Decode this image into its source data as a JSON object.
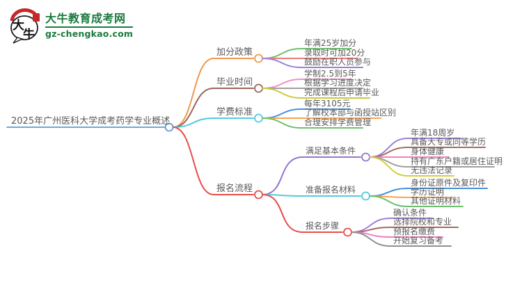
{
  "logo": {
    "title": "大牛教育成考网",
    "domain": "gz-chengkao.com",
    "bubble_text_top": "大",
    "bubble_text_bottom": "牛",
    "green": "#1a7a3e",
    "red": "#c62828"
  },
  "mindmap": {
    "root": {
      "label": "2025年广州医科大学成考药学专业概述",
      "color": "#5b9bd5"
    },
    "branches": [
      {
        "label": "加分政策",
        "color": "#f0964a",
        "children": [
          {
            "label": "年满25岁加分",
            "color": "#6cbf6c"
          },
          {
            "label": "录取时可加20分",
            "color": "#e87b75"
          },
          {
            "label": "鼓励在职人员参与",
            "color": "#9d7fd6"
          }
        ]
      },
      {
        "label": "毕业时间",
        "color": "#9c655a",
        "children": [
          {
            "label": "学制2.5到5年",
            "color": "#f08fc2"
          },
          {
            "label": "根据学习进度决定",
            "color": "#9e9e9e"
          },
          {
            "label": "完成课程后申请毕业",
            "color": "#c9c93e"
          }
        ]
      },
      {
        "label": "学费标准",
        "color": "#52cade",
        "children": [
          {
            "label": "每年3105元",
            "color": "#4590d8"
          },
          {
            "label": "了解校本部与函授站区别",
            "color": "#f8a44c"
          },
          {
            "label": "合理安排学费管理",
            "color": "#6cbf6c"
          }
        ]
      },
      {
        "label": "报名流程",
        "color": "#e74c47",
        "children": [
          {
            "label": "满足基本条件",
            "color": "#9575cd",
            "children": [
              {
                "label": "年满18周岁",
                "color": "#9d7fd6"
              },
              {
                "label": "具备大专或同等学历",
                "color": "#a36a5e"
              },
              {
                "label": "身体健康",
                "color": "#ef7ec2"
              },
              {
                "label": "持有广东户籍或居住证明",
                "color": "#9e9e9e"
              },
              {
                "label": "无违法记录",
                "color": "#d6cc3c"
              }
            ]
          },
          {
            "label": "准备报名材料",
            "color": "#52cade",
            "children": [
              {
                "label": "身份证原件及复印件",
                "color": "#4590d8"
              },
              {
                "label": "学历证明",
                "color": "#f8a44c"
              },
              {
                "label": "其他证明材料",
                "color": "#6cbf6c"
              }
            ]
          },
          {
            "label": "报名步骤",
            "color": "#e74c47",
            "children": [
              {
                "label": "确认条件",
                "color": "#9d7fd6"
              },
              {
                "label": "选择院校和专业",
                "color": "#a36a5e"
              },
              {
                "label": "预报名缴费",
                "color": "#ef7ec2"
              },
              {
                "label": "开始复习备考",
                "color": "#8f8f8f"
              }
            ]
          }
        ]
      }
    ]
  }
}
